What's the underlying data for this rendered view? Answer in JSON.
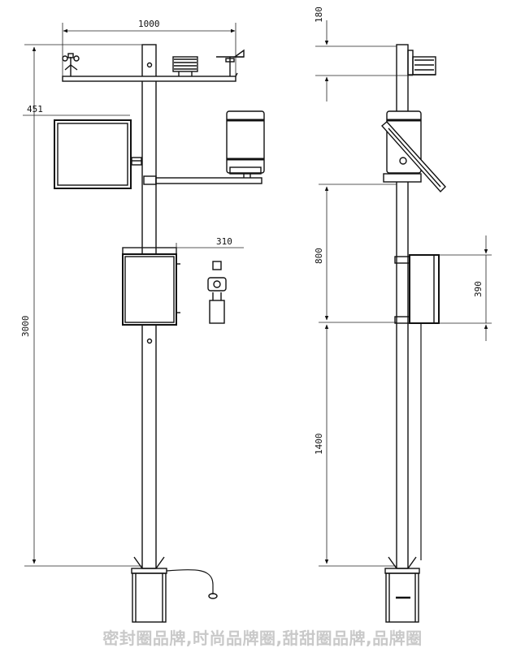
{
  "dimensions": {
    "front_crossarm_width": "1000",
    "front_panel_offset": "451",
    "front_total_height": "3000",
    "front_box_offset": "310",
    "side_top_height": "180",
    "side_upper_section": "800",
    "side_box_height": "390",
    "side_lower_section": "1400"
  },
  "watermark": "密封圈品牌,时尚品牌圈,甜甜圈品牌,品牌圈",
  "colors": {
    "line": "#111111",
    "dim": "#222222",
    "watermark": "#c9c9c9"
  },
  "icons": [
    "anemometer-icon",
    "radiation-shield-icon",
    "wind-vane-icon",
    "solar-panel-icon",
    "rain-gauge-icon",
    "control-box-icon",
    "sensor-module-icon"
  ]
}
